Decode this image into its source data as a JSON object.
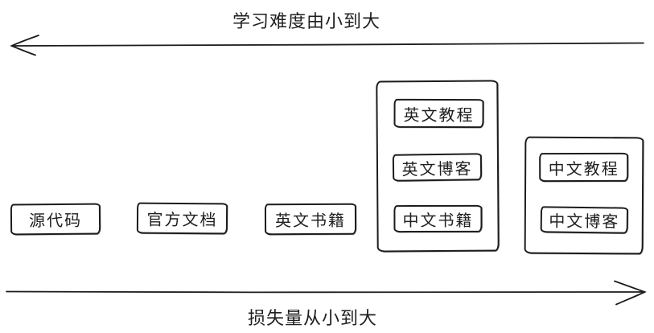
{
  "diagram": {
    "top_axis": {
      "label": "学习难度由小到大",
      "direction": "left"
    },
    "bottom_axis": {
      "label": "损失量从小到大",
      "direction": "right"
    },
    "standalone_boxes": [
      {
        "label": "源代码"
      },
      {
        "label": "官方文档"
      },
      {
        "label": "英文书籍"
      }
    ],
    "groups": [
      {
        "items": [
          {
            "label": "英文教程"
          },
          {
            "label": "英文博客"
          },
          {
            "label": "中文书籍"
          }
        ]
      },
      {
        "items": [
          {
            "label": "中文教程"
          },
          {
            "label": "中文博客"
          }
        ]
      }
    ],
    "colors": {
      "stroke": "#1c1c1c",
      "background": "#ffffff",
      "text": "#1f1f1f"
    }
  }
}
